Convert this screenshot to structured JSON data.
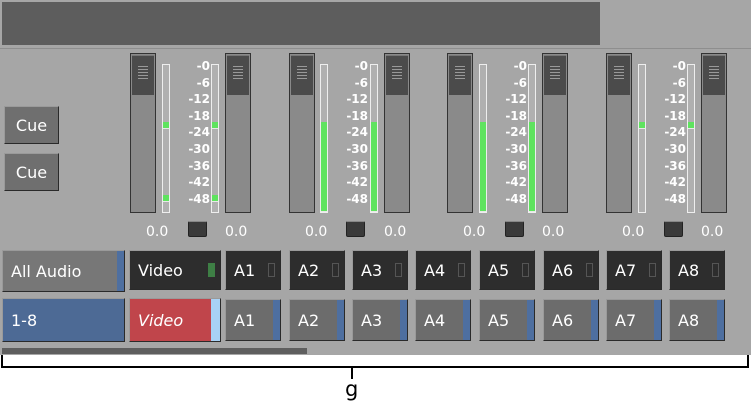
{
  "cue_buttons": [
    "Cue",
    "Cue"
  ],
  "level_scale": [
    "-0",
    "-6",
    "-12",
    "-18",
    "-24",
    "-30",
    "-36",
    "-42",
    "-48"
  ],
  "meters": [
    {
      "left_value": "0.0",
      "right_value": "0.0"
    },
    {
      "left_value": "0.0",
      "right_value": "0.0"
    },
    {
      "left_value": "0.0",
      "right_value": "0.0"
    },
    {
      "left_value": "0.0",
      "right_value": "0.0"
    }
  ],
  "monitor_row": {
    "all_audio_label": "All Audio",
    "tracks": [
      "Video",
      "A1",
      "A2",
      "A3",
      "A4",
      "A5",
      "A6",
      "A7",
      "A8"
    ]
  },
  "select_row": {
    "range_label": "1-8",
    "tracks": [
      "Video",
      "A1",
      "A2",
      "A3",
      "A4",
      "A5",
      "A6",
      "A7",
      "A8"
    ]
  },
  "callout_label": "g",
  "colors": {
    "meter_green": "#5fe35f",
    "selected_blue": "#4e6fa0",
    "video_red": "#c0454b"
  }
}
